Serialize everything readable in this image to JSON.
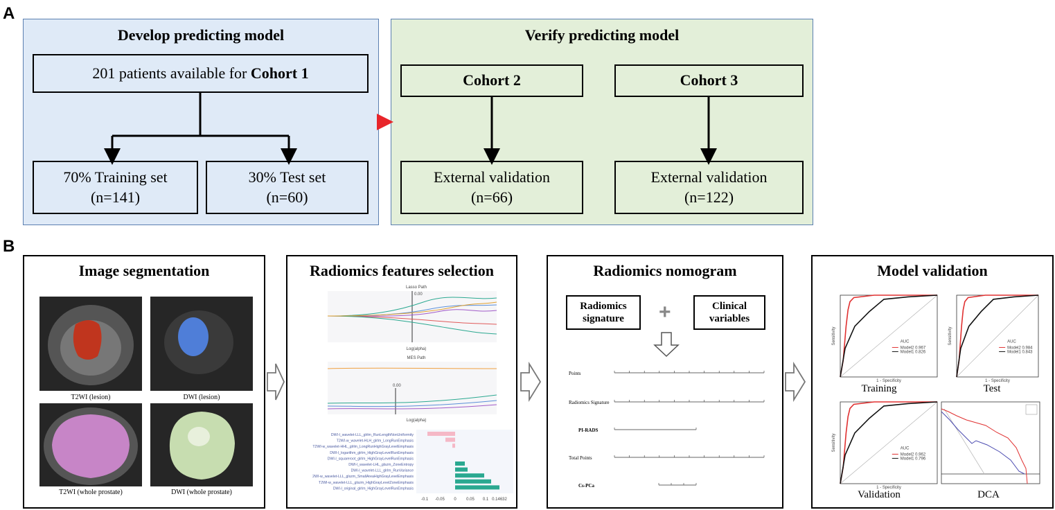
{
  "panel_a": {
    "letter": "A",
    "develop": {
      "title": "Develop predicting model",
      "cohort_prefix": "201 patients available for ",
      "cohort_bold": "Cohort 1",
      "training": {
        "line1": "70% Training set",
        "line2": "(n=141)"
      },
      "test": {
        "line1": "30% Test set",
        "line2": "(n=60)"
      }
    },
    "verify": {
      "title": "Verify predicting model",
      "cohort2": "Cohort 2",
      "cohort3": "Cohort 3",
      "val2": {
        "line1": "External validation",
        "line2": "(n=66)"
      },
      "val3": {
        "line1": "External validation",
        "line2": "(n=122)"
      }
    }
  },
  "panel_b": {
    "letter": "B",
    "seg": {
      "title": "Image segmentation",
      "captions": [
        "T2WI (lesion)",
        "DWI (lesion)",
        "T2WI (whole prostate)",
        "DWI (whole prostate)"
      ]
    },
    "features": {
      "title": "Radiomics features selection",
      "lasso_title": "Lasso Path",
      "mse_title": "MES Path",
      "xlabel": "Log(alpha)",
      "lambda_label": "0.00",
      "feature_names": [
        "DWI-l_wavelet-LLL_glrlm_RunLengthNonUniformity",
        "T2WI-w_wavelet-HLH_glrlm_LongRunEmphasis",
        "T2WI-w_wavelet-HHL_glrlm_LongRunHighGrayLevelEmphasis",
        "DWI-l_logarithm_glrlm_HighGrayLevelRunEmphasis",
        "DWI-l_squareroot_glrlm_HighGrayLevelRunEmphasis",
        "DWI-l_wavelet-LHL_glszm_ZoneEntropy",
        "DWI-l_wavelet-LLL_glrlm_RunVariance",
        "T2WI-w_wavelet-LLL_glszm_SmallAreaHighGrayLevelEmphasis",
        "T2WI-w_wavelet-LLL_glszm_HighGrayLevelZoneEmphasis",
        "DWI-l_original_glrlm_HighGrayLevelRunEmphasis"
      ],
      "coef_ticks": [
        "-0.1",
        "-0.05",
        "0",
        "0.05",
        "0.1",
        "0.14632"
      ]
    },
    "nomogram": {
      "title": "Radiomics nomogram",
      "signature": "Radiomics signature",
      "plus": "+",
      "clinical": "Clinical variables",
      "rows": [
        "Points",
        "Radiomics Signature",
        "PI-RADS",
        "Total Points",
        "Cs-PCa"
      ]
    },
    "validation": {
      "title": "Model validation",
      "captions": [
        "Training",
        "Test",
        "Validation",
        "DCA"
      ],
      "auc_label": "AUC",
      "legends": [
        [
          "Model2 0.967",
          "Model1 0.826"
        ],
        [
          "Model2 0.984",
          "Model1 0.843"
        ],
        [
          "Model2 0.962",
          "Model1 0.796"
        ]
      ],
      "axis_x": "1 - Specificity",
      "axis_y": "Sensitivity"
    }
  },
  "colors": {
    "develop_bg": "#dfeaf7",
    "verify_bg": "#e3efd9",
    "arrow_red": "#e8252a",
    "roc_red": "#e03030",
    "roc_black": "#111111",
    "lesion_red": "#c0351e",
    "lesion_blue": "#4f7ed8",
    "prostate_pink": "#c785c7",
    "prostate_green": "#c7ddb0",
    "bar_teal": "#2aa890",
    "bar_pink": "#f5b8c6"
  }
}
